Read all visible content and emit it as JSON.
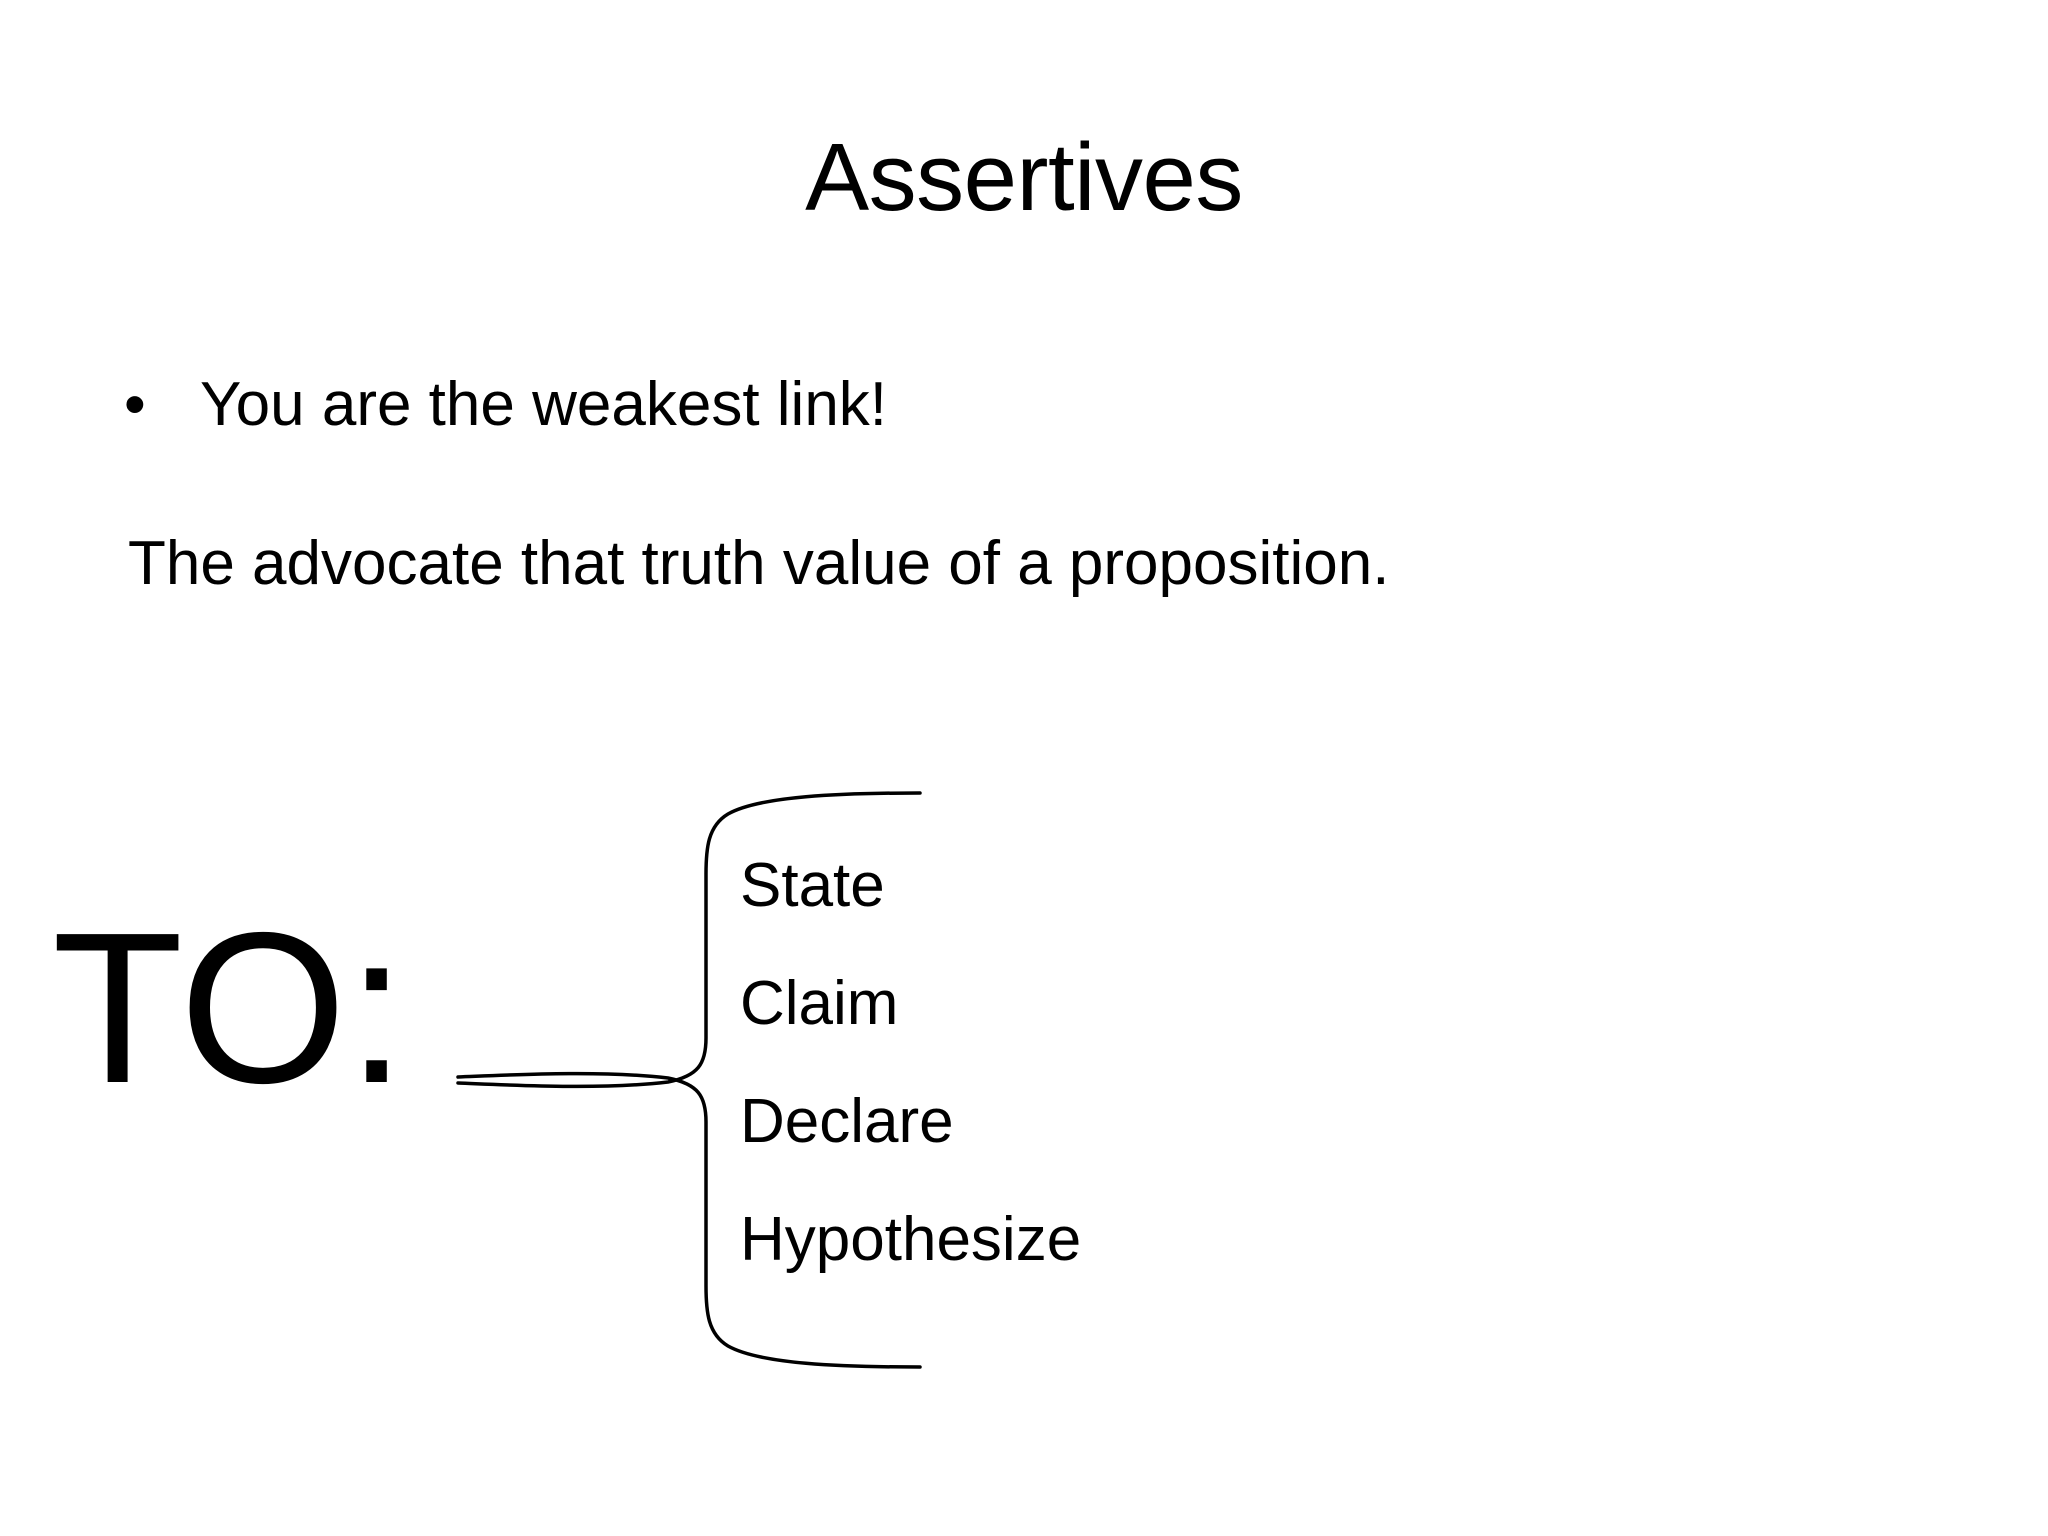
{
  "slide": {
    "title": "Assertives",
    "background_color": "#ffffff",
    "text_color": "#000000",
    "bullet_glyph": "•"
  },
  "body": {
    "bullet_items": [
      {
        "text": "You are the weakest link!",
        "bulleted": true
      }
    ],
    "statement": "The advocate that truth value of a proposition."
  },
  "brace_group": {
    "label": "TO:",
    "brace_glyph": "{",
    "items": [
      "State",
      "Claim",
      "Declare",
      "Hypothesize"
    ]
  }
}
